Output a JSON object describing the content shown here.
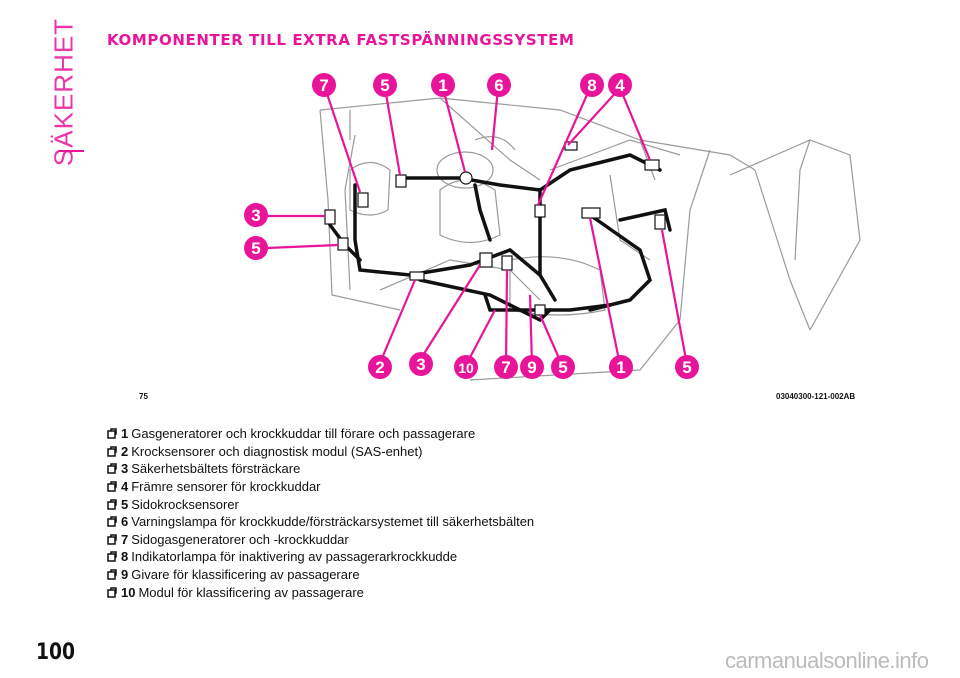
{
  "sidebar": {
    "section_label": "SÄKERHET"
  },
  "heading": "KOMPONENTER TILL EXTRA FASTSPÄNNINGSSYSTEM",
  "figure": {
    "number": "75",
    "code": "03040300-121-002AB",
    "callouts_top": [
      "7",
      "5",
      "1",
      "6",
      "8",
      "4"
    ],
    "callouts_left": [
      "3",
      "5"
    ],
    "callouts_bottom": [
      "2",
      "3",
      "10",
      "7",
      "9",
      "5",
      "1",
      "5"
    ],
    "callout_color": "#e8149a"
  },
  "legend": [
    {
      "num": "1",
      "text": "Gasgeneratorer och krockkuddar till förare och passagerare"
    },
    {
      "num": "2",
      "text": "Krocksensorer och diagnostisk modul (SAS-enhet)"
    },
    {
      "num": "3",
      "text": "Säkerhetsbältets försträckare"
    },
    {
      "num": "4",
      "text": "Främre sensorer för krockkuddar"
    },
    {
      "num": "5",
      "text": "Sidokrocksensorer"
    },
    {
      "num": "6",
      "text": "Varningslampa för krockkudde/försträckarsystemet till säkerhetsbälten"
    },
    {
      "num": "7",
      "text": "Sidogasgeneratorer och -krockkuddar"
    },
    {
      "num": "8",
      "text": "Indikatorlampa för inaktivering av passagerarkrockkudde"
    },
    {
      "num": "9",
      "text": "Givare för klassificering av passagerare"
    },
    {
      "num": "10",
      "text": "Modul för klassificering av passagerare"
    }
  ],
  "page_number": "100",
  "watermark": "carmanualsonline.info"
}
